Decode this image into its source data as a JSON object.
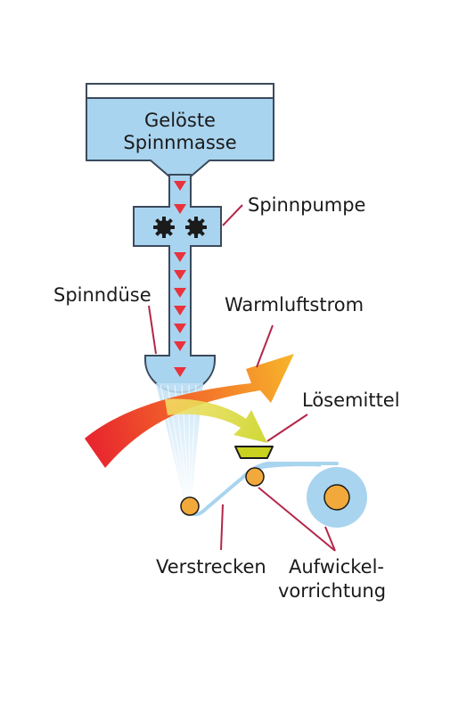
{
  "labels": {
    "tank_line1": "Gelöste",
    "tank_line2": "Spinnmasse",
    "spinnpumpe": "Spinnpumpe",
    "spinnduese": "Spinndüse",
    "warmluftstrom": "Warmluftstrom",
    "loesemittel": "Lösemittel",
    "verstrecken": "Verstrecken",
    "aufwickel_line1": "Aufwickel-",
    "aufwickel_line2": "vorrichtung"
  },
  "colors": {
    "fluid_fill": "#a9d4ef",
    "outline": "#3a4a5c",
    "flow_arrow": "#e8323c",
    "gear": "#1b1b1b",
    "leader_line": "#b3264a",
    "roller": "#f2a93b",
    "solvent": "#c9d21f",
    "fiber": "#a9d4ef",
    "hot_air_start": "#e8262e",
    "hot_air_end": "#f7c230"
  }
}
